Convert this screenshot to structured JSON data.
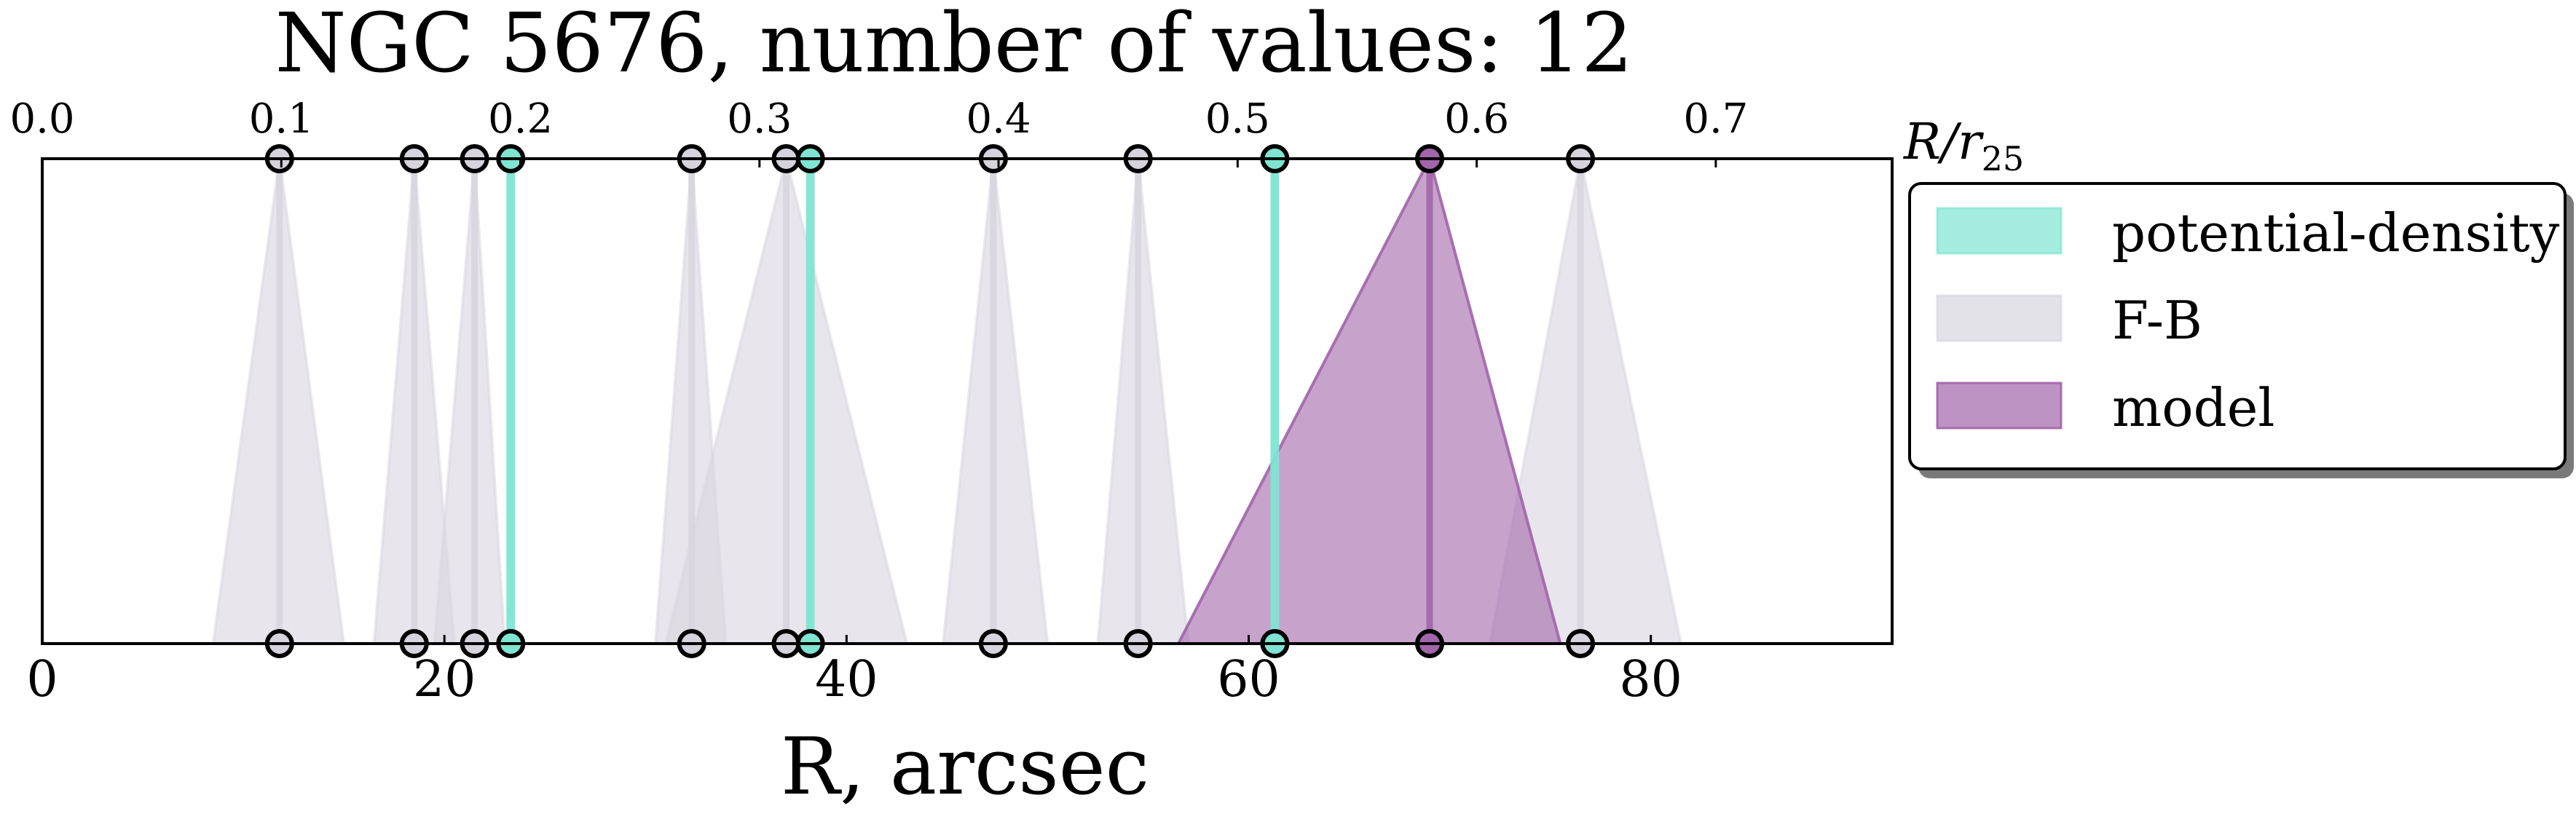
{
  "chart_data": {
    "type": "line",
    "title": "NGC 5676, number of values: 12",
    "xlabel": "R, arcsec",
    "xlim": [
      0,
      92
    ],
    "x_ticks": [
      0,
      20,
      40,
      60,
      80
    ],
    "x_tick_labels": [
      "0",
      "20",
      "40",
      "60",
      "80"
    ],
    "top_axis": {
      "label": "R/r25",
      "label_main": "R/r",
      "label_sub": "25",
      "scale_arcsec_per_unit": 118.9,
      "ticks": [
        0.0,
        0.1,
        0.2,
        0.3,
        0.4,
        0.5,
        0.6,
        0.7
      ],
      "tick_labels": [
        "0.0",
        "0.1",
        "0.2",
        "0.3",
        "0.4",
        "0.5",
        "0.6",
        "0.7"
      ]
    },
    "legend": {
      "placement": "outside-right"
    },
    "colors": {
      "potential_density": "#7fe5d2",
      "fb": "#d8d5df",
      "model": "#a165aa",
      "marker_edge": "#000000"
    },
    "series": [
      {
        "name": "potential-density",
        "values": [
          {
            "r": 23.3,
            "lo": 23.3,
            "hi": 23.3
          },
          {
            "r": 38.2,
            "lo": 38.2,
            "hi": 38.2
          },
          {
            "r": 61.3,
            "lo": 61.3,
            "hi": 61.3
          }
        ]
      },
      {
        "name": "F-B",
        "values": [
          {
            "r": 11.8,
            "lo": 8.5,
            "hi": 15.0
          },
          {
            "r": 18.5,
            "lo": 16.5,
            "hi": 20.5
          },
          {
            "r": 21.5,
            "lo": 19.5,
            "hi": 23.0
          },
          {
            "r": 32.3,
            "lo": 30.5,
            "hi": 34.0
          },
          {
            "r": 37.0,
            "lo": 31.0,
            "hi": 43.0
          },
          {
            "r": 47.3,
            "lo": 44.8,
            "hi": 50.0
          },
          {
            "r": 54.5,
            "lo": 52.5,
            "hi": 57.0
          },
          {
            "r": 76.5,
            "lo": 72.0,
            "hi": 81.5
          }
        ]
      },
      {
        "name": "model",
        "values": [
          {
            "r": 69.0,
            "lo": 56.5,
            "hi": 75.5
          }
        ]
      }
    ]
  }
}
